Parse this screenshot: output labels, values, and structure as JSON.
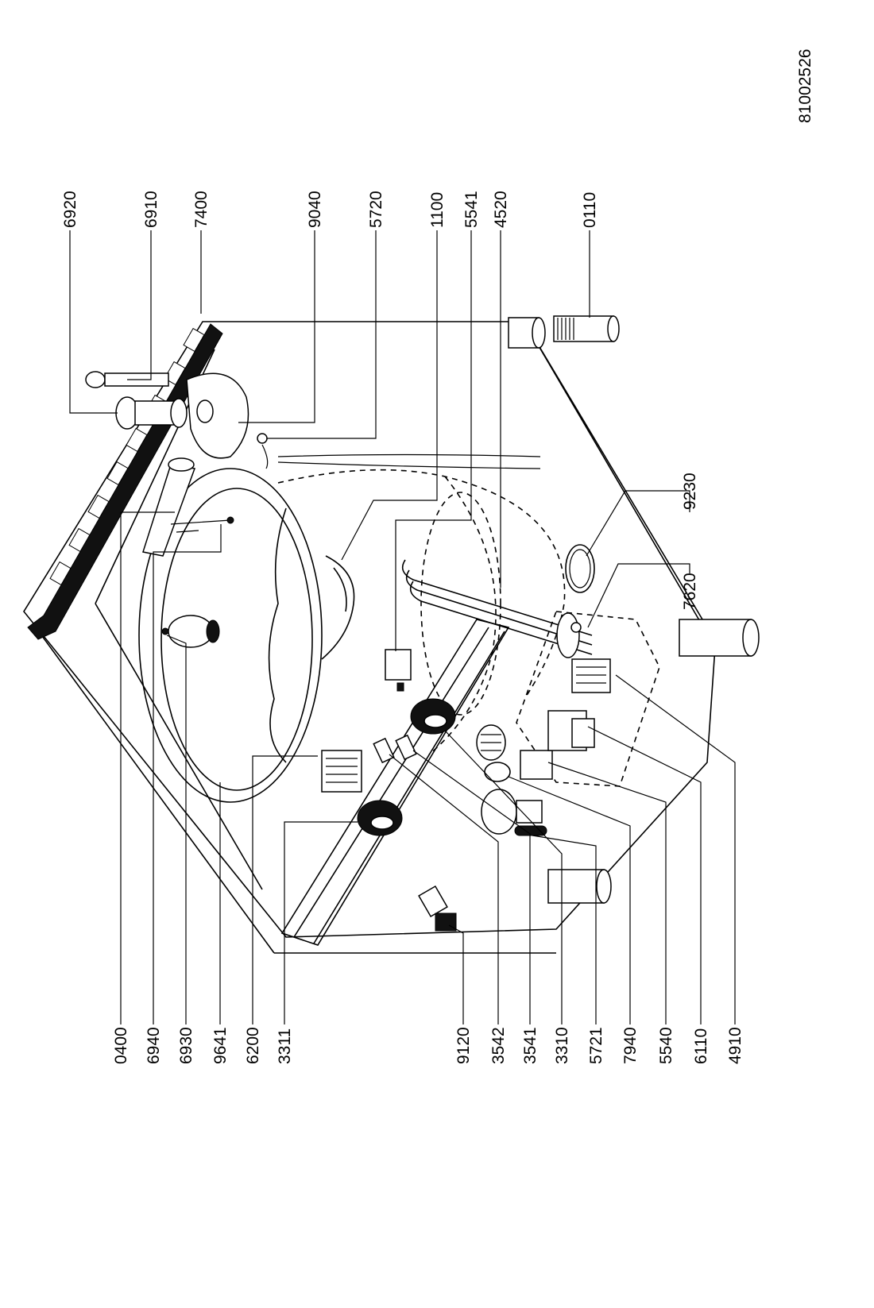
{
  "drawing_number": "81002526",
  "callouts": {
    "c6920": "6920",
    "c6910": "6910",
    "c7400": "7400",
    "c9040": "9040",
    "c5720": "5720",
    "c1100": "1100",
    "c5541": "5541",
    "c4520": "4520",
    "c0110": "0110",
    "c9230": "9230",
    "c7620": "7620",
    "c0400": "0400",
    "c6940": "6940",
    "c6930": "6930",
    "c9641": "9641",
    "c6200": "6200",
    "c3311": "3311",
    "c9120": "9120",
    "c3542": "3542",
    "c3541": "3541",
    "c3310": "3310",
    "c5721": "5721",
    "c7940": "7940",
    "c5540": "5540",
    "c6110": "6110",
    "c4910": "4910"
  },
  "colors": {
    "line": "#000000",
    "background": "#ffffff"
  }
}
